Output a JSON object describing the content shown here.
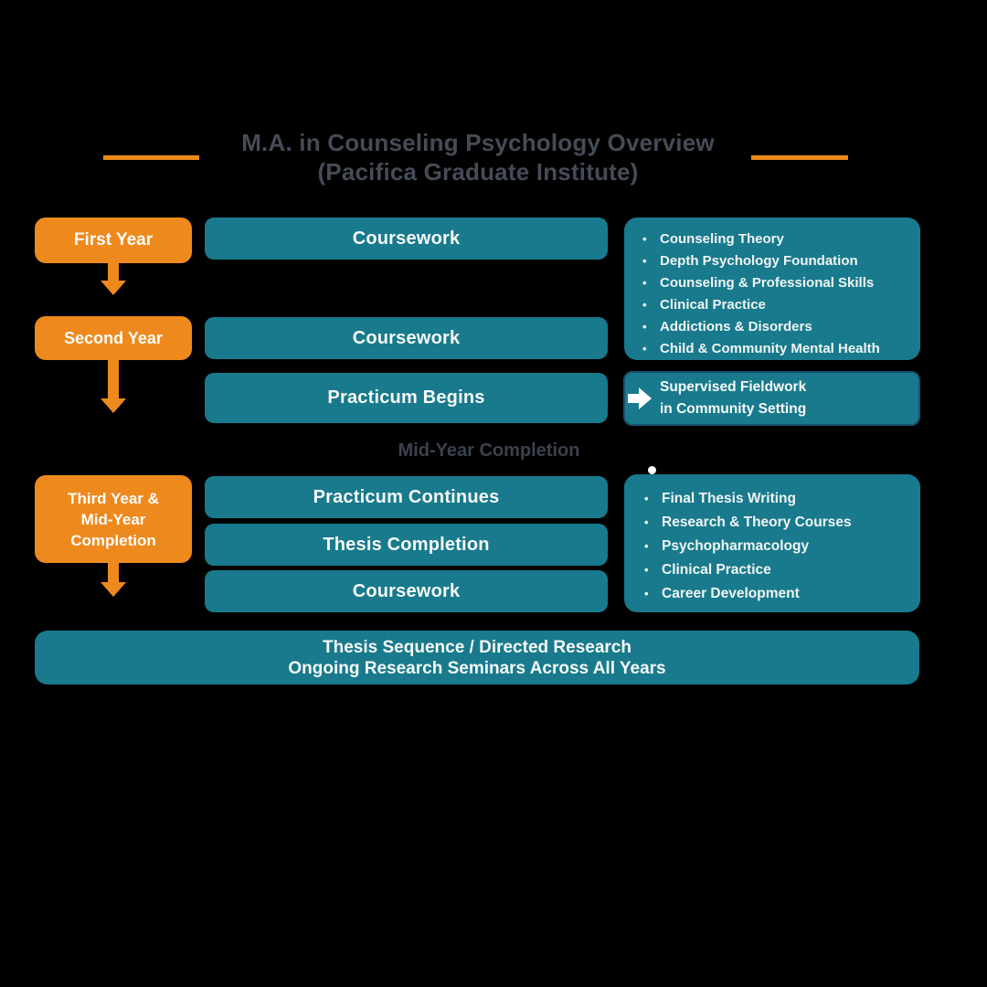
{
  "title": {
    "line1": "M.A. in Counseling Psychology Overview",
    "line2": "(Pacifica Graduate Institute)"
  },
  "years": {
    "first": "First Year",
    "second": "Second Year",
    "third_lines": [
      "Third Year &",
      "Mid-Year",
      "Completion"
    ]
  },
  "middle": {
    "coursework1": "Coursework",
    "coursework2": "Coursework",
    "practicum_begins": "Practicum Begins",
    "practicum_continues": "Practicum Continues",
    "thesis_completion": "Thesis Completion",
    "coursework3": "Coursework"
  },
  "right": {
    "year12_bullets": [
      "Counseling Theory",
      "Depth Psychology Foundation",
      "Counseling & Professional Skills",
      "Clinical Practice",
      "Addictions & Disorders",
      "Child & Community Mental Health"
    ],
    "fieldwork": {
      "line1": "Supervised Fieldwork",
      "line2": "in Community Setting"
    },
    "year3_bullets": [
      "Final Thesis Writing",
      "Research & Theory Courses",
      "Psychopharmacology",
      "Clinical Practice",
      "Career Development"
    ]
  },
  "labels": {
    "mid_year": "Mid-Year Completion"
  },
  "footer": {
    "line1": "Thesis Sequence / Directed Research",
    "line2": "Ongoing Research Seminars Across All Years"
  },
  "colors": {
    "background": "#000000",
    "orange": "#EE8A1D",
    "teal": "#187A8C",
    "title_slate": "#454C57",
    "midyear_slate": "#3A424D",
    "fieldwork_border": "#1B5170",
    "text_white": "#F7F9F9"
  }
}
